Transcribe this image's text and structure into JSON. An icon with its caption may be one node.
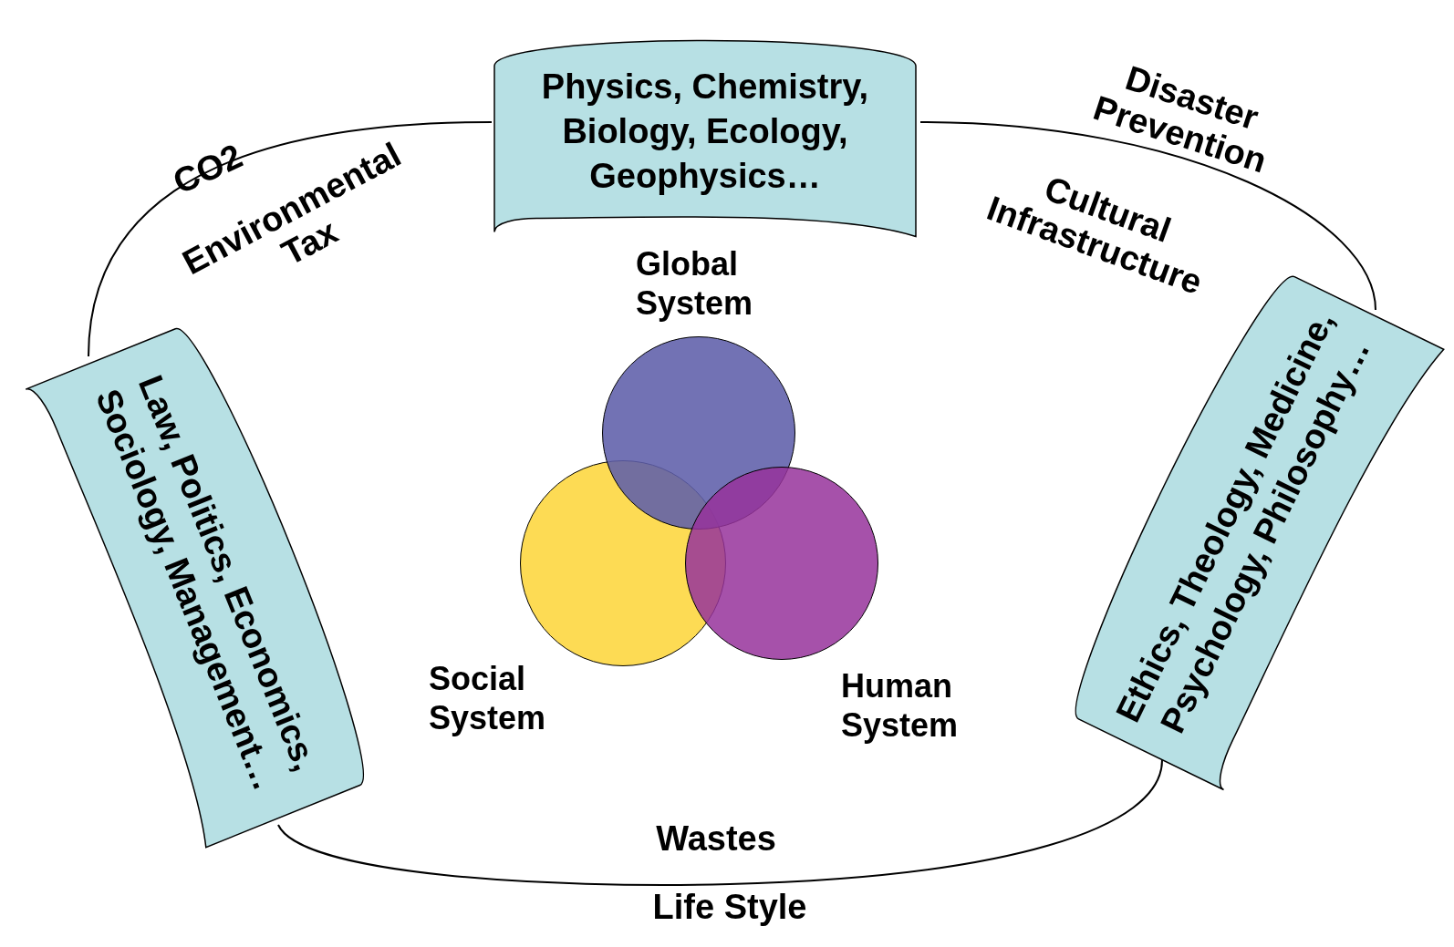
{
  "diagram": {
    "nodes": [
      {
        "text": [
          "Physics, Chemistry, Biology, Ecology, Geophysics…"
        ]
      },
      {
        "text": [
          "Law, Politics, Economics, Sociology, Management…"
        ]
      },
      {
        "text": [
          "Ethics, Theology, Medicine, Psychology, Philosophy…"
        ]
      },
      {
        "text": [
          "Global System"
        ]
      },
      {
        "text": [
          "Social System"
        ]
      },
      {
        "text": [
          "Human System"
        ]
      }
    ],
    "edges": [
      {
        "from": 1,
        "to": 0,
        "arrow": "none"
      },
      {
        "from": 0,
        "to": 2,
        "arrow": "none"
      },
      {
        "from": 1,
        "to": 2,
        "arrow": "none"
      }
    ],
    "labels": [
      "CO2",
      "Environmental Tax",
      "Disaster Prevention",
      "Cultural Infrastructure",
      "Wastes",
      "Life Style"
    ]
  }
}
